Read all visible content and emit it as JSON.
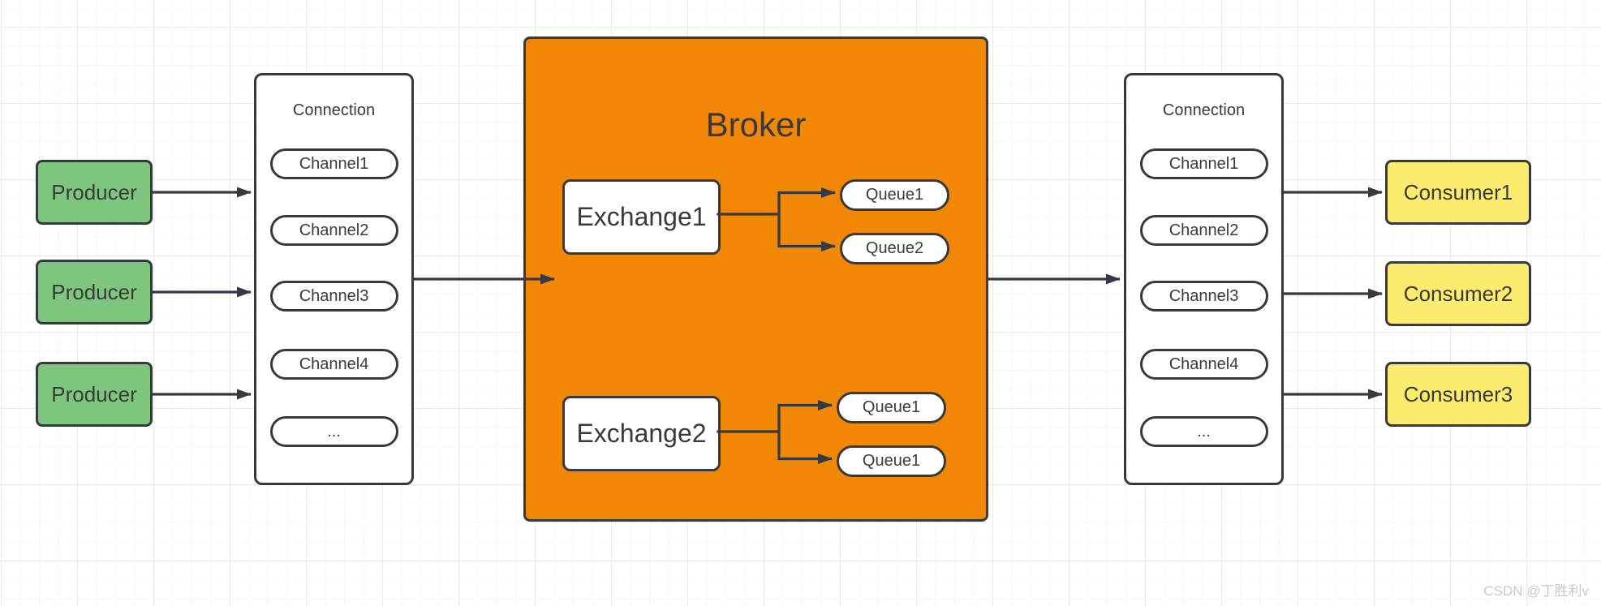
{
  "diagram": {
    "producers": [
      {
        "label": "Producer"
      },
      {
        "label": "Producer"
      },
      {
        "label": "Producer"
      }
    ],
    "left_connection": {
      "title": "Connection",
      "channels": [
        "Channel1",
        "Channel2",
        "Channel3",
        "Channel4",
        "..."
      ]
    },
    "broker": {
      "title": "Broker",
      "exchanges": [
        {
          "label": "Exchange1",
          "queues": [
            "Queue1",
            "Queue2"
          ]
        },
        {
          "label": "Exchange2",
          "queues": [
            "Queue1",
            "Queue1"
          ]
        }
      ]
    },
    "right_connection": {
      "title": "Connection",
      "channels": [
        "Channel1",
        "Channel2",
        "Channel3",
        "Channel4",
        "..."
      ]
    },
    "consumers": [
      {
        "label": "Consumer1"
      },
      {
        "label": "Consumer2"
      },
      {
        "label": "Consumer3"
      }
    ],
    "colors": {
      "producer_fill": "#7cc77d",
      "broker_fill": "#f28705",
      "consumer_fill": "#fbeb6f",
      "stroke": "#343a3f"
    }
  },
  "watermark": {
    "text": "CSDN @丁胜利v"
  }
}
